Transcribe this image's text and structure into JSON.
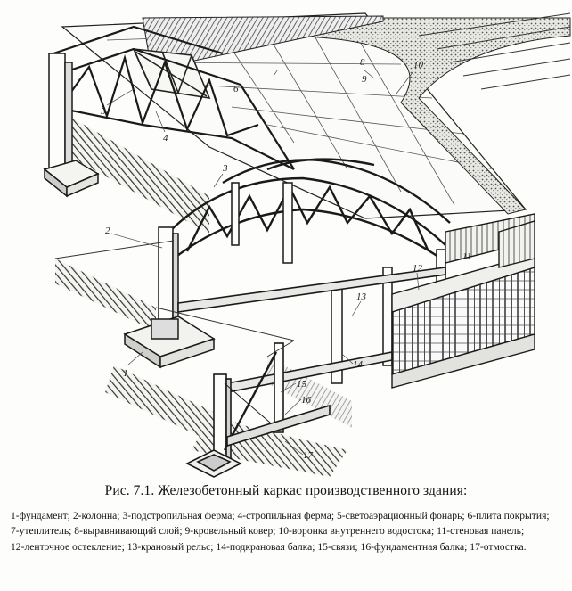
{
  "caption": "Рис.   7.1. Железобетонный каркас производственного здания:",
  "callouts": [
    "1",
    "2",
    "3",
    "4",
    "5",
    "6",
    "7",
    "8",
    "9",
    "10",
    "11",
    "12",
    "13",
    "14",
    "15",
    "16",
    "17"
  ],
  "legend": [
    "1-фундамент;",
    "2-колонна;",
    "3-подстропильная ферма;",
    "4-стропильная ферма;",
    "5-светоаэрационный фонарь;",
    "6-плита покрытия;",
    "7-утеплитель;",
    "8-выравнивающий слой;",
    "9-кровельный ковер;",
    "10-воронка внутреннего водостока;",
    "11-стеновая панель;",
    "12-ленточное остекление;",
    "13-крановый рельс;",
    "14-подкрановая балка;",
    "15-связи;",
    "16-фундаментная балка;",
    "17-отмостка."
  ]
}
